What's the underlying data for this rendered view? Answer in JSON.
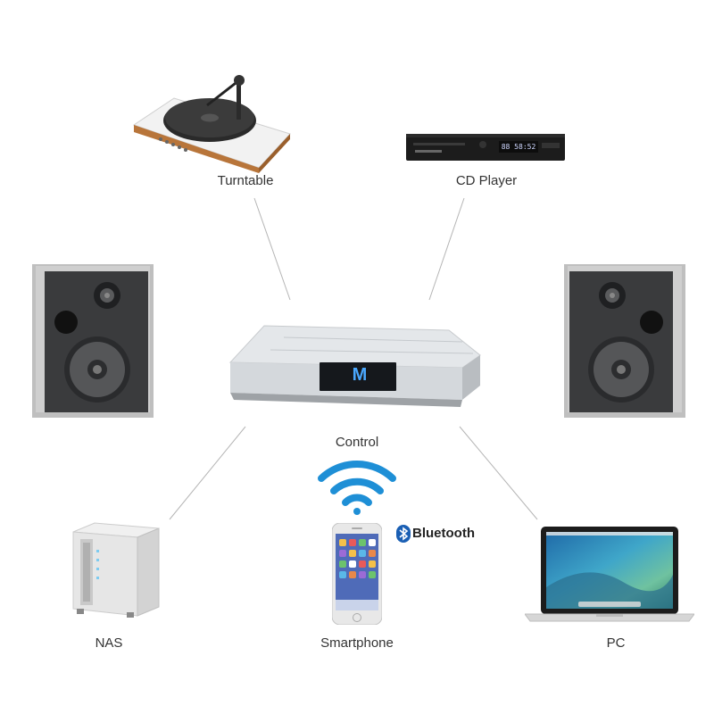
{
  "nodes": {
    "turntable": "Turntable",
    "cd_player": "CD Player",
    "control": "Control",
    "nas": "NAS",
    "smartphone": "Smartphone",
    "pc": "PC"
  },
  "hub_logo": "M",
  "bluetooth_label": "Bluetooth",
  "cd_display": "88 58:52",
  "colors": {
    "line": "#b5b5b5",
    "wifi": "#1e8fd6",
    "bluetooth": "#1a5fb4",
    "amp_body": "#d9dde1",
    "speaker_face": "#3a3b3d",
    "wood": "#b8753a"
  }
}
